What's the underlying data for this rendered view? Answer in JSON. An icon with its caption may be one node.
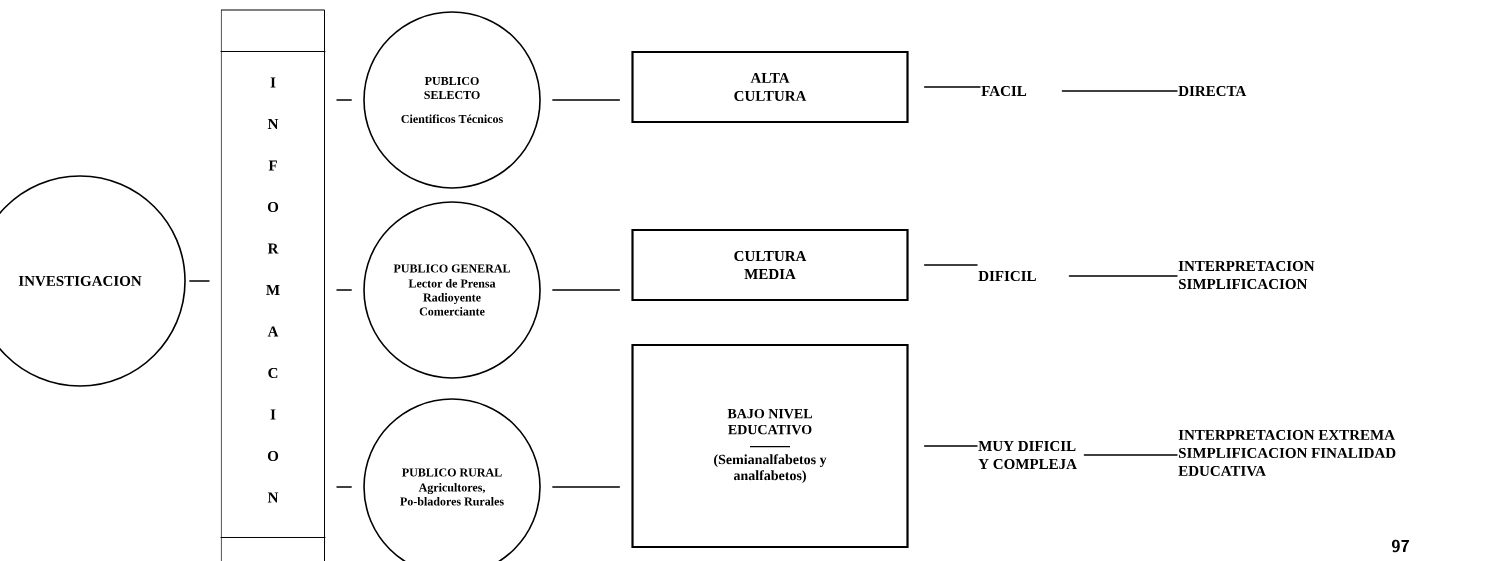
{
  "diagram": {
    "nodes": [
      {
        "text": [
          "INVESTIGACION"
        ]
      },
      {
        "text": [
          "INFORMACION"
        ]
      },
      {
        "text": [
          "PUBLICO SELECTO",
          "Cientificos Técnicos"
        ]
      },
      {
        "text": [
          "PUBLICO GENERAL",
          "Lector de Prensa Radioyente Comerciante"
        ]
      },
      {
        "text": [
          "PUBLICO RURAL",
          "Agricultores, Po-bladores Rurales"
        ]
      },
      {
        "text": [
          "ALTA CULTURA"
        ]
      },
      {
        "text": [
          "CULTURA MEDIA"
        ]
      },
      {
        "text": [
          "BAJO NIVEL EDUCATIVO",
          "(Semianalfabetos y analfabetos)"
        ]
      },
      {
        "text": [
          "FACIL"
        ]
      },
      {
        "text": [
          "DIRECTA"
        ]
      },
      {
        "text": [
          "DIFICIL"
        ]
      },
      {
        "text": [
          "INTERPRETACION SIMPLIFICACION"
        ]
      },
      {
        "text": [
          "MUY DIFICIL Y COMPLEJA"
        ]
      },
      {
        "text": [
          "INTERPRETACION EXTREMA SIMPLIFICACION FINALIDAD EDUCATIVA"
        ]
      }
    ],
    "edges": [
      {
        "from": 0,
        "to": 1,
        "arrow": "none"
      },
      {
        "from": 1,
        "to": 2,
        "arrow": "none"
      },
      {
        "from": 1,
        "to": 3,
        "arrow": "none"
      },
      {
        "from": 1,
        "to": 4,
        "arrow": "none"
      },
      {
        "from": 2,
        "to": 5,
        "arrow": "none"
      },
      {
        "from": 3,
        "to": 6,
        "arrow": "none"
      },
      {
        "from": 4,
        "to": 7,
        "arrow": "none"
      },
      {
        "from": 5,
        "to": 8,
        "arrow": "none"
      },
      {
        "from": 6,
        "to": 10,
        "arrow": "none"
      },
      {
        "from": 7,
        "to": 12,
        "arrow": "none"
      },
      {
        "from": 8,
        "to": 9,
        "arrow": "none"
      },
      {
        "from": 10,
        "to": 11,
        "arrow": "none"
      },
      {
        "from": 12,
        "to": 13,
        "arrow": "none"
      }
    ],
    "labels": [
      "97"
    ]
  }
}
